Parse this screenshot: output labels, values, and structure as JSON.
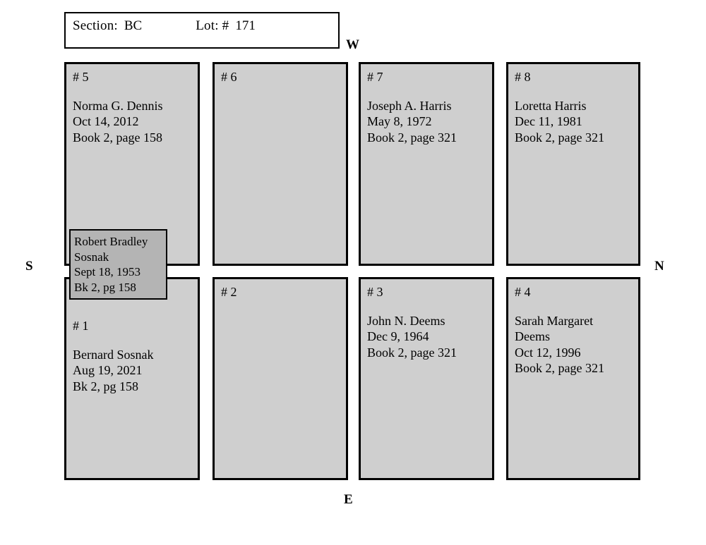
{
  "header": {
    "section_label": "Section:",
    "section_value": "BC",
    "lot_label": "Lot: #",
    "lot_value": "171"
  },
  "compass": {
    "north": "N",
    "south": "S",
    "east": "E",
    "west": "W"
  },
  "plots": [
    {
      "number": "# 5",
      "lines": [
        "Norma G. Dennis",
        "Oct 14, 2012",
        "Book 2, page 158"
      ]
    },
    {
      "number": "# 6",
      "lines": []
    },
    {
      "number": "# 7",
      "lines": [
        "Joseph A. Harris",
        "May 8, 1972",
        "Book 2, page 321"
      ]
    },
    {
      "number": "# 8",
      "lines": [
        "Loretta Harris",
        "Dec 11, 1981",
        "Book 2, page 321"
      ]
    },
    {
      "number": "# 1",
      "lines": [
        "Bernard Sosnak",
        "Aug 19, 2021",
        "Bk 2, pg 158"
      ]
    },
    {
      "number": "# 2",
      "lines": []
    },
    {
      "number": "# 3",
      "lines": [
        "John N. Deems",
        "Dec 9, 1964",
        "Book 2, page 321"
      ]
    },
    {
      "number": "# 4",
      "lines": [
        "Sarah Margaret",
        "Deems",
        "Oct 12, 1996",
        "Book 2, page 321"
      ]
    }
  ],
  "overlay": {
    "lines": [
      "Robert Bradley",
      "Sosnak",
      "Sept 18, 1953",
      "Bk 2, pg 158"
    ]
  },
  "colors": {
    "plot_fill": "#cfcfcf",
    "overlay_fill": "#b4b4b4",
    "border": "#000000",
    "background": "#ffffff"
  }
}
